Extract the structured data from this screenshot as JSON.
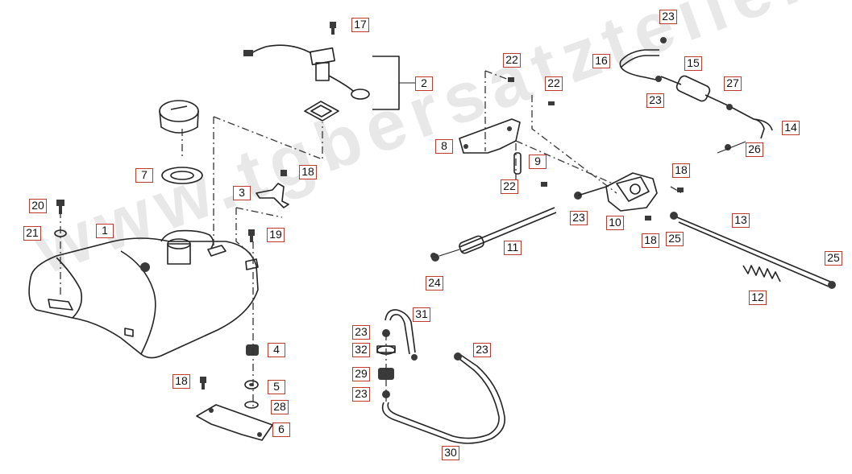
{
  "watermark": "www.tgbersatzteile.de",
  "accent_color": "#c0392b",
  "callouts": [
    {
      "id": "c1",
      "label": "1"
    },
    {
      "id": "c2",
      "label": "2"
    },
    {
      "id": "c3",
      "label": "3"
    },
    {
      "id": "c4",
      "label": "4"
    },
    {
      "id": "c5",
      "label": "5"
    },
    {
      "id": "c6",
      "label": "6"
    },
    {
      "id": "c7",
      "label": "7"
    },
    {
      "id": "c8",
      "label": "8"
    },
    {
      "id": "c9",
      "label": "9"
    },
    {
      "id": "c10",
      "label": "10"
    },
    {
      "id": "c11",
      "label": "11"
    },
    {
      "id": "c12",
      "label": "12"
    },
    {
      "id": "c13",
      "label": "13"
    },
    {
      "id": "c14",
      "label": "14"
    },
    {
      "id": "c15",
      "label": "15"
    },
    {
      "id": "c16",
      "label": "16"
    },
    {
      "id": "c17",
      "label": "17"
    },
    {
      "id": "c18a",
      "label": "18"
    },
    {
      "id": "c18b",
      "label": "18"
    },
    {
      "id": "c18c",
      "label": "18"
    },
    {
      "id": "c18d",
      "label": "18"
    },
    {
      "id": "c19",
      "label": "19"
    },
    {
      "id": "c20",
      "label": "20"
    },
    {
      "id": "c21",
      "label": "21"
    },
    {
      "id": "c22a",
      "label": "22"
    },
    {
      "id": "c22b",
      "label": "22"
    },
    {
      "id": "c22c",
      "label": "22"
    },
    {
      "id": "c23a",
      "label": "23"
    },
    {
      "id": "c23b",
      "label": "23"
    },
    {
      "id": "c23c",
      "label": "23"
    },
    {
      "id": "c23d",
      "label": "23"
    },
    {
      "id": "c23e",
      "label": "23"
    },
    {
      "id": "c23f",
      "label": "23"
    },
    {
      "id": "c24",
      "label": "24"
    },
    {
      "id": "c25a",
      "label": "25"
    },
    {
      "id": "c25b",
      "label": "25"
    },
    {
      "id": "c26",
      "label": "26"
    },
    {
      "id": "c27",
      "label": "27"
    },
    {
      "id": "c28",
      "label": "28"
    },
    {
      "id": "c29",
      "label": "29"
    },
    {
      "id": "c30",
      "label": "30"
    },
    {
      "id": "c31",
      "label": "31"
    },
    {
      "id": "c32",
      "label": "32"
    }
  ]
}
